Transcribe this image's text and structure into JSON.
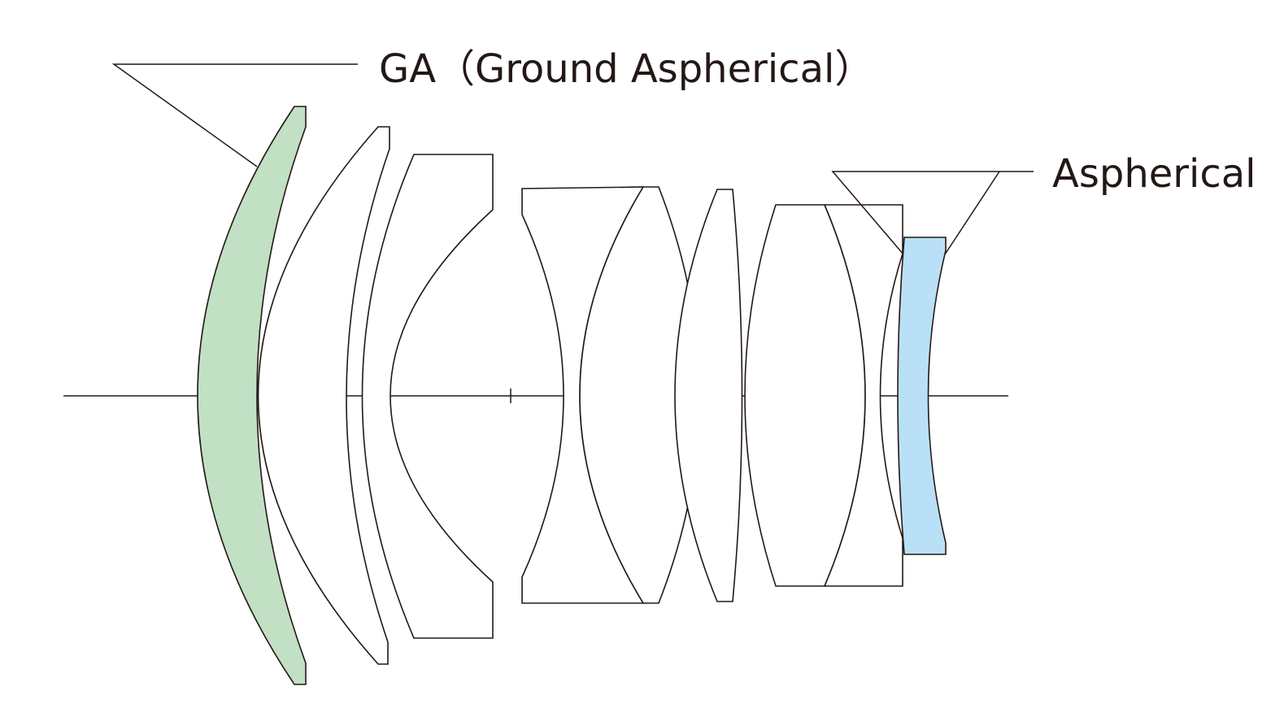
{
  "labels": {
    "ground_aspherical": "GA（Ground Aspherical）",
    "aspherical": "Aspherical"
  },
  "colors": {
    "ground_aspherical_element": "#c1e0c4",
    "aspherical_element": "#b9e0f6",
    "outline": "#231815",
    "background": "#ffffff"
  },
  "elements": [
    {
      "name": "lens-element-1",
      "type": "ground-aspherical"
    },
    {
      "name": "lens-element-2",
      "type": "spherical"
    },
    {
      "name": "lens-element-3",
      "type": "spherical"
    },
    {
      "name": "lens-element-4",
      "type": "spherical"
    },
    {
      "name": "lens-element-5",
      "type": "spherical"
    },
    {
      "name": "lens-element-6",
      "type": "spherical"
    },
    {
      "name": "lens-element-7",
      "type": "spherical"
    },
    {
      "name": "lens-element-8",
      "type": "spherical"
    },
    {
      "name": "lens-element-9",
      "type": "aspherical"
    }
  ]
}
